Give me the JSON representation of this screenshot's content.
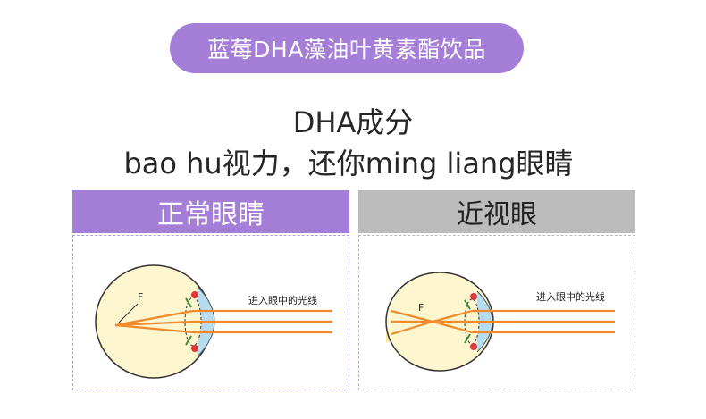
{
  "banner": {
    "title": "蓝莓DHA藻油叶黄素酯饮品"
  },
  "headline": {
    "line1": "DHA成分",
    "line2": "bao hu视力，还你ming liang眼睛"
  },
  "panels": [
    {
      "title": "正常眼睛",
      "ray_label": "进入眼中的光线",
      "focus_label": "F"
    },
    {
      "title": "近视眼",
      "ray_label": "进入眼中的光线",
      "focus_label": "F"
    }
  ],
  "colors": {
    "accent_purple": "#a57ed7",
    "header_gray": "#bcbcbc",
    "eyeball_fill": "#fdf6cf",
    "ray_orange": "#f08a2c",
    "lens_blue": "#b6ddef"
  }
}
